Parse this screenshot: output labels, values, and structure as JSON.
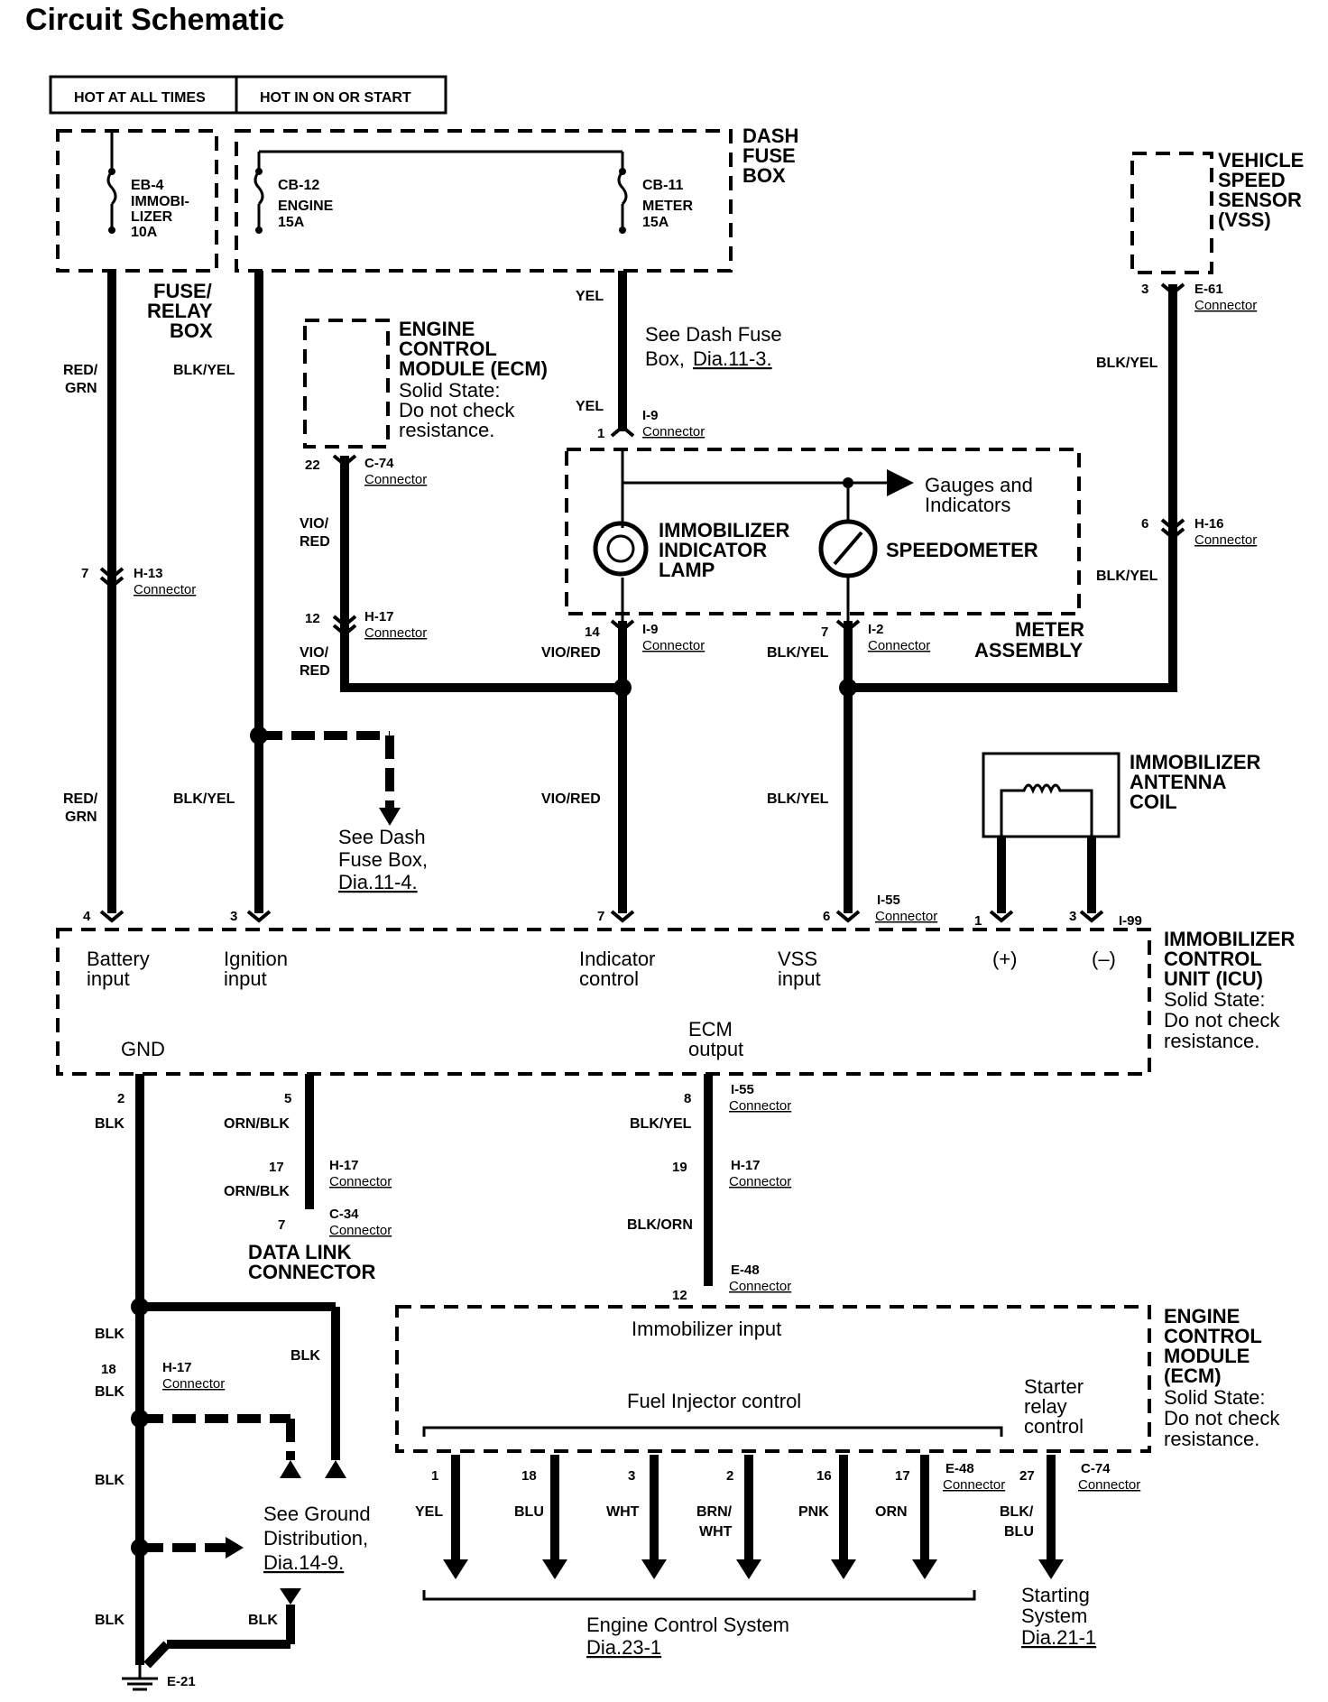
{
  "title": "Circuit Schematic",
  "power_header": {
    "hot_at_all_times": "HOT AT ALL TIMES",
    "hot_in_on_or_start": "HOT IN ON OR START"
  },
  "fuse_relay_box": {
    "label_1": "FUSE/",
    "label_2": "RELAY",
    "label_3": "BOX",
    "fuse": {
      "id": "EB-4",
      "name_1": "IMMOBI-",
      "name_2": "LIZER",
      "rating": "10A"
    }
  },
  "dash_fuse_box": {
    "label_1": "DASH",
    "label_2": "FUSE",
    "label_3": "BOX",
    "fuse_engine": {
      "id": "CB-12",
      "name": "ENGINE",
      "rating": "15A"
    },
    "fuse_meter": {
      "id": "CB-11",
      "name": "METER",
      "rating": "15A"
    }
  },
  "vss": {
    "label_1": "VEHICLE",
    "label_2": "SPEED",
    "label_3": "SENSOR",
    "label_4": "(VSS)"
  },
  "ecm_top": {
    "label_1": "ENGINE",
    "label_2": "CONTROL",
    "label_3": "MODULE (ECM)",
    "note_1": "Solid State:",
    "note_2": "Do not check",
    "note_3": "resistance."
  },
  "meter_assembly": {
    "label_1": "METER",
    "label_2": "ASSEMBLY",
    "lamp_1": "IMMOBILIZER",
    "lamp_2": "INDICATOR",
    "lamp_3": "LAMP",
    "speedometer": "SPEEDOMETER",
    "gauges_1": "Gauges and",
    "gauges_2": "Indicators"
  },
  "antenna": {
    "label_1": "IMMOBILIZER",
    "label_2": "ANTENNA",
    "label_3": "COIL"
  },
  "icu": {
    "label_1": "IMMOBILIZER",
    "label_2": "CONTROL",
    "label_3": "UNIT (ICU)",
    "note_1": "Solid State:",
    "note_2": "Do not check",
    "note_3": "resistance.",
    "battery_1": "Battery",
    "battery_2": "input",
    "ignition_1": "Ignition",
    "ignition_2": "input",
    "indicator_1": "Indicator",
    "indicator_2": "control",
    "vss_1": "VSS",
    "vss_2": "input",
    "plus": "(+)",
    "minus": "(–)",
    "ecm_1": "ECM",
    "ecm_2": "output",
    "gnd": "GND"
  },
  "ecm_bottom": {
    "label_1": "ENGINE",
    "label_2": "CONTROL",
    "label_3": "MODULE",
    "label_4": "(ECM)",
    "note_1": "Solid State:",
    "note_2": "Do not check",
    "note_3": "resistance.",
    "immobilizer_input": "Immobilizer input",
    "fuel_injector": "Fuel Injector control",
    "starter_1": "Starter",
    "starter_2": "relay",
    "starter_3": "control"
  },
  "data_link": {
    "label_1": "DATA LINK",
    "label_2": "CONNECTOR"
  },
  "refs": {
    "dash_11_3_a": "See Dash Fuse",
    "dash_11_3_b": "Box,",
    "dash_11_3_c": "Dia.11-3.",
    "dash_11_4_a": "See Dash",
    "dash_11_4_b": "Fuse Box,",
    "dash_11_4_c": "Dia.11-4.",
    "ground_a": "See Ground",
    "ground_b": "Distribution,",
    "ground_c": "Dia.14-9.",
    "engine_a": "Engine Control  System",
    "engine_b": "Dia.23-1",
    "starting_a": "Starting",
    "starting_b": "System",
    "starting_c": "Dia.21-1"
  },
  "wires": {
    "red_grn_1": "RED/",
    "red_grn_2": "GRN",
    "blk_yel": "BLK/YEL",
    "yel": "YEL",
    "vio_red": "VIO/RED",
    "vio": "VIO/",
    "red": "RED",
    "blk": "BLK",
    "orn_blk": "ORN/BLK",
    "blk_orn": "BLK/ORN",
    "blu": "BLU",
    "wht": "WHT",
    "brn": "BRN/",
    "pnk": "PNK",
    "orn": "ORN",
    "blk_slash": "BLK/"
  },
  "connectors": {
    "word": "Connector",
    "h13": "H-13",
    "h17": "H-17",
    "c74": "C-74",
    "i9": "I-9",
    "i2": "I-2",
    "e61": "E-61",
    "h16": "H-16",
    "i55": "I-55",
    "i99": "I-99",
    "c34": "C-34",
    "e48": "E-48",
    "e21": "E-21"
  },
  "pins": {
    "p1": "1",
    "p2": "2",
    "p3": "3",
    "p4": "4",
    "p5": "5",
    "p6": "6",
    "p7": "7",
    "p8": "8",
    "p12": "12",
    "p14": "14",
    "p16": "16",
    "p17": "17",
    "p18": "18",
    "p19": "19",
    "p22": "22",
    "p27": "27"
  }
}
